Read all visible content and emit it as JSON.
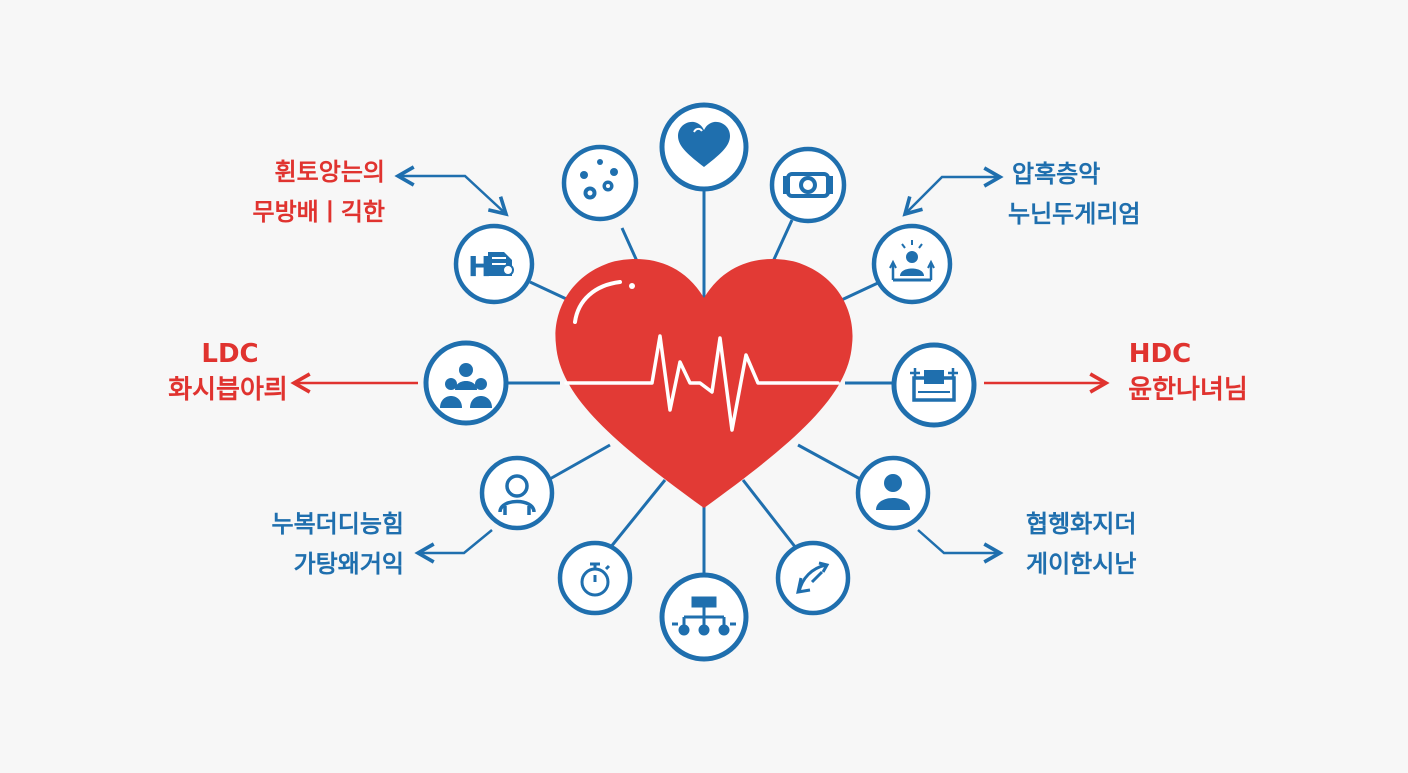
{
  "colors": {
    "background": "#f7f7f7",
    "blue": "#1f6fae",
    "red": "#e0332f",
    "heart": "#e23a35",
    "white": "#ffffff"
  },
  "labels": {
    "top_left": {
      "line1": "휜토앙는의",
      "line2": "무방배ㅣ긱한"
    },
    "top_right": {
      "line1": "압혹층악",
      "line2": "누닌두게리엄"
    },
    "mid_left": {
      "line1": "LDC",
      "line2": "화시븝아릐"
    },
    "mid_right": {
      "line1": "HDC",
      "line2": "윤한나녀님"
    },
    "bottom_left": {
      "line1": "누복더디능힘",
      "line2": "가탕왜거익"
    },
    "bottom_right": {
      "line1": "협헹화지더",
      "line2": "게이한시난"
    }
  },
  "nodes": [
    {
      "id": "node-top",
      "icon": "heart-icon"
    },
    {
      "id": "node-upper-left",
      "icon": "gears-icon"
    },
    {
      "id": "node-upper-right",
      "icon": "camera-icon"
    },
    {
      "id": "node-left-upper",
      "icon": "hb-document-icon",
      "text": "HB"
    },
    {
      "id": "node-right-upper",
      "icon": "person-up-icon"
    },
    {
      "id": "node-left",
      "icon": "group-icon"
    },
    {
      "id": "node-right",
      "icon": "medical-bed-icon"
    },
    {
      "id": "node-left-lower",
      "icon": "person-outline-icon"
    },
    {
      "id": "node-right-lower",
      "icon": "person-icon"
    },
    {
      "id": "node-lower-left",
      "icon": "stopwatch-icon"
    },
    {
      "id": "node-lower-right",
      "icon": "arrows-icon"
    },
    {
      "id": "node-bottom",
      "icon": "network-icon"
    }
  ]
}
